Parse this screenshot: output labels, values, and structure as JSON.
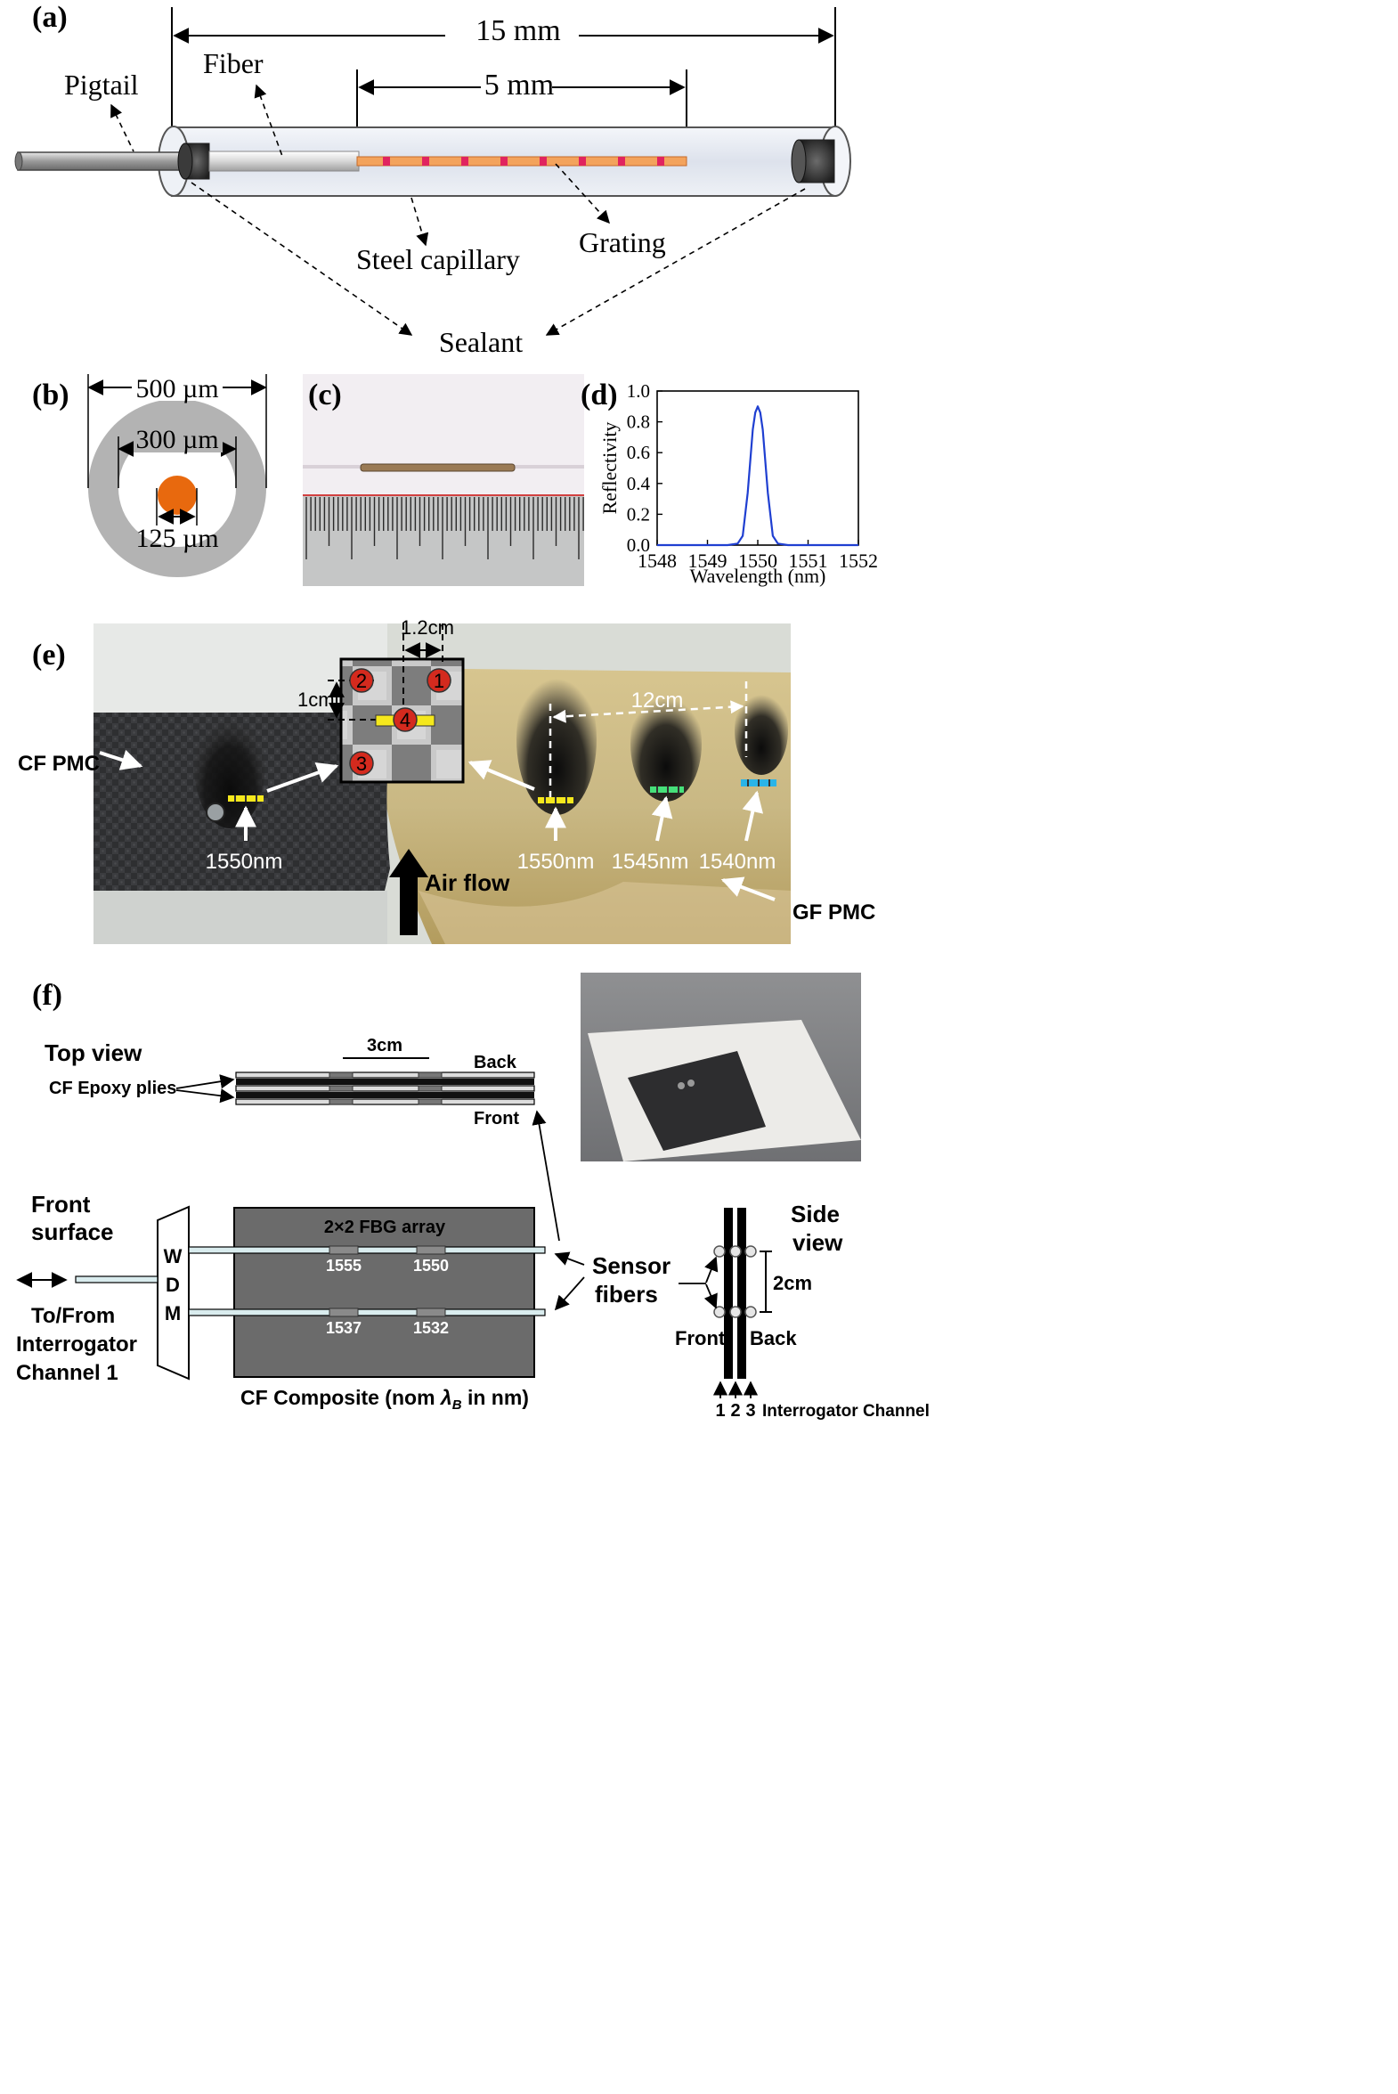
{
  "panels": {
    "a": "(a)",
    "b": "(b)",
    "c": "(c)",
    "d": "(d)",
    "e": "(e)",
    "f": "(f)"
  },
  "panel_a": {
    "dim_total": "15 mm",
    "dim_grating": "5 mm",
    "pigtail": "Pigtail",
    "fiber": "Fiber",
    "steel_capillary": "Steel capillary",
    "grating": "Grating",
    "sealant": "Sealant"
  },
  "panel_b": {
    "outer": "500 µm",
    "inner": "300 µm",
    "core": "125 µm"
  },
  "panel_e": {
    "cf_pmc": "CF PMC",
    "gf_pmc": "GF PMC",
    "air_flow": "Air flow",
    "spacing_x": "1.2cm",
    "spacing_y": "1cm",
    "spacing_12": "12cm",
    "wl_left": "1550nm",
    "wl_1": "1550nm",
    "wl_2": "1545nm",
    "wl_3": "1540nm",
    "markers": [
      "1",
      "2",
      "3",
      "4"
    ],
    "colors": {
      "yellow": "#f5e81c",
      "green": "#46e07a",
      "cyan": "#2ab4e8",
      "marker_red": "#d42a1e"
    }
  },
  "panel_f": {
    "top_view": "Top view",
    "cf_plies": "CF Epoxy plies",
    "dim_3cm": "3cm",
    "back": "Back",
    "front": "Front",
    "front_surface_1": "Front",
    "front_surface_2": "surface",
    "wdm": [
      "W",
      "D",
      "M"
    ],
    "to_from_1": "To/From",
    "to_from_2": "Interrogator",
    "to_from_3": "Channel 1",
    "array": "2×2 FBG array",
    "wl_tl": "1555",
    "wl_tr": "1550",
    "wl_bl": "1537",
    "wl_br": "1532",
    "composite_pre": "CF Composite (nom ",
    "composite_sym": "λ",
    "composite_sub": "B",
    "composite_post": " in nm)",
    "sensor_1": "Sensor",
    "sensor_2": "fibers",
    "side_1": "Side",
    "side_2": "view",
    "dim_2cm": "2cm",
    "side_front": "Front",
    "side_back": "Back",
    "channels": [
      "1",
      "2",
      "3"
    ],
    "interrogator_channel": "Interrogator Channel"
  },
  "chart_data": {
    "type": "line",
    "title": "",
    "xlabel": "Wavelength (nm)",
    "ylabel": "Reflectivity",
    "xlim": [
      1548,
      1552
    ],
    "ylim": [
      0,
      1.0
    ],
    "xticks": [
      "1548",
      "1549",
      "1550",
      "1551",
      "1552"
    ],
    "yticks": [
      "0.0",
      "0.2",
      "0.4",
      "0.6",
      "0.8",
      "1.0"
    ],
    "series": [
      {
        "color": "#1f3fd1",
        "x": [
          1548.0,
          1548.5,
          1549.0,
          1549.4,
          1549.6,
          1549.7,
          1549.8,
          1549.9,
          1549.95,
          1550.0,
          1550.05,
          1550.1,
          1550.2,
          1550.3,
          1550.4,
          1550.6,
          1551.0,
          1551.5,
          1552.0
        ],
        "y": [
          0.0,
          0.0,
          0.0,
          0.0,
          0.01,
          0.06,
          0.34,
          0.75,
          0.86,
          0.9,
          0.86,
          0.75,
          0.34,
          0.06,
          0.01,
          0.0,
          0.0,
          0.0,
          0.0
        ]
      }
    ],
    "grid": false
  }
}
